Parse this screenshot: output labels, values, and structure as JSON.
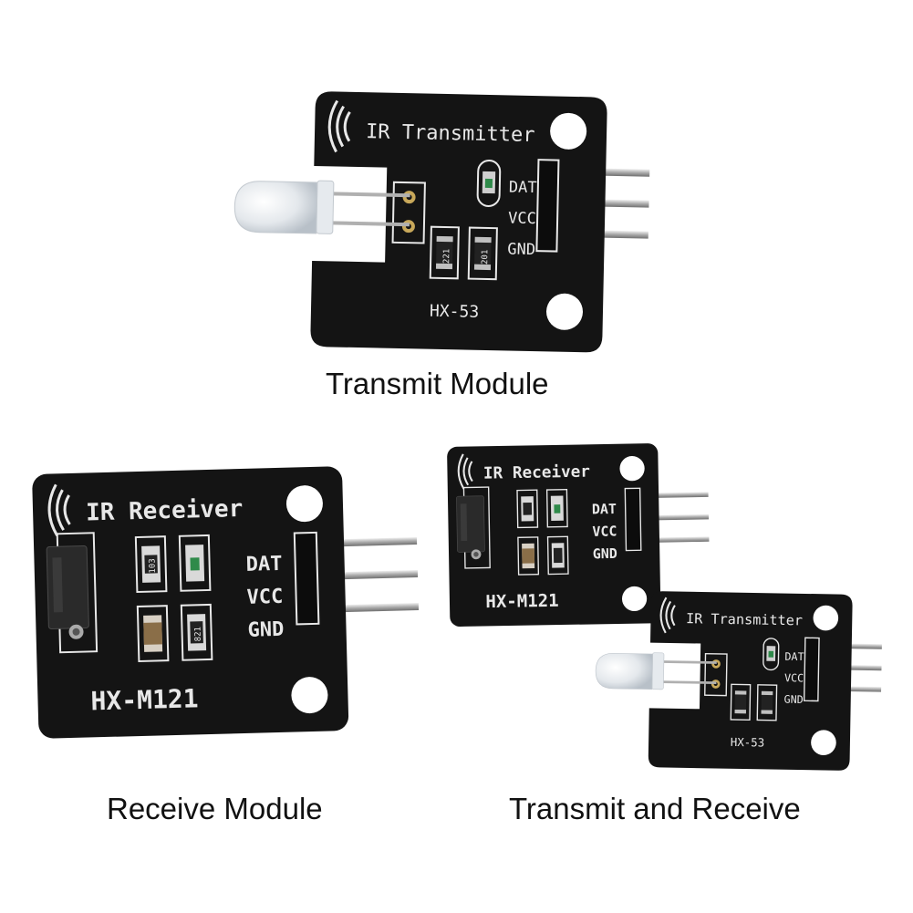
{
  "captions": {
    "transmit_module": "Transmit Module",
    "receive_module": "Receive Module",
    "transmit_and_receive": "Transmit and Receive"
  },
  "boards": {
    "transmitter": {
      "title": "IR Transmitter",
      "model": "HX-53",
      "pins": [
        "DAT",
        "VCC",
        "GND"
      ],
      "resistor_codes": [
        "221",
        "201"
      ],
      "icon": "ir-wave-icon",
      "emitter": "led-icon"
    },
    "receiver": {
      "title": "IR Receiver",
      "model": "HX-M121",
      "pins": [
        "DAT",
        "VCC",
        "GND"
      ],
      "component_codes": [
        "103",
        "821"
      ],
      "icon": "ir-wave-icon",
      "sensor": "ir-receiver-icon"
    }
  },
  "colors": {
    "pcb": "#141414",
    "silkscreen": "#e8e8e8",
    "header_pin": "#b9b9b9",
    "background": "#ffffff"
  }
}
